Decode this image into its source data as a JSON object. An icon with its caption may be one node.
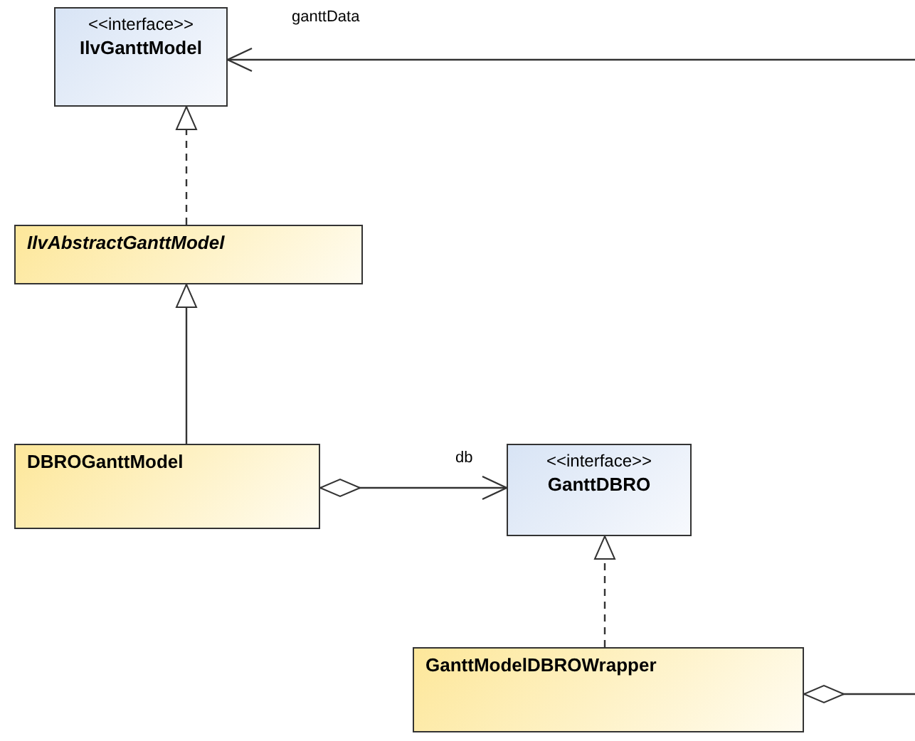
{
  "diagram": {
    "nodes": [
      {
        "text": [
          "<<interface>>",
          "IlvGanttModel"
        ]
      },
      {
        "text": [
          "IlvAbstractGanttModel"
        ]
      },
      {
        "text": [
          "DBROGanttModel"
        ]
      },
      {
        "text": [
          "<<interface>>",
          "GanttDBRO"
        ]
      },
      {
        "text": [
          "GanttModelDBROWrapper"
        ]
      }
    ],
    "edges": [
      {
        "from": 1,
        "to": 0,
        "arrow": "to",
        "style": "dashed"
      },
      {
        "from": 2,
        "to": 1,
        "arrow": "to"
      },
      {
        "from": 2,
        "to": 3,
        "arrow": "to",
        "label": "db"
      },
      {
        "from": 4,
        "to": 3,
        "arrow": "to",
        "style": "dashed"
      },
      {
        "from": null,
        "to": 0,
        "arrow": "to",
        "label": "ganttData"
      },
      {
        "from": 4,
        "to": null,
        "arrow": "other"
      }
    ]
  }
}
